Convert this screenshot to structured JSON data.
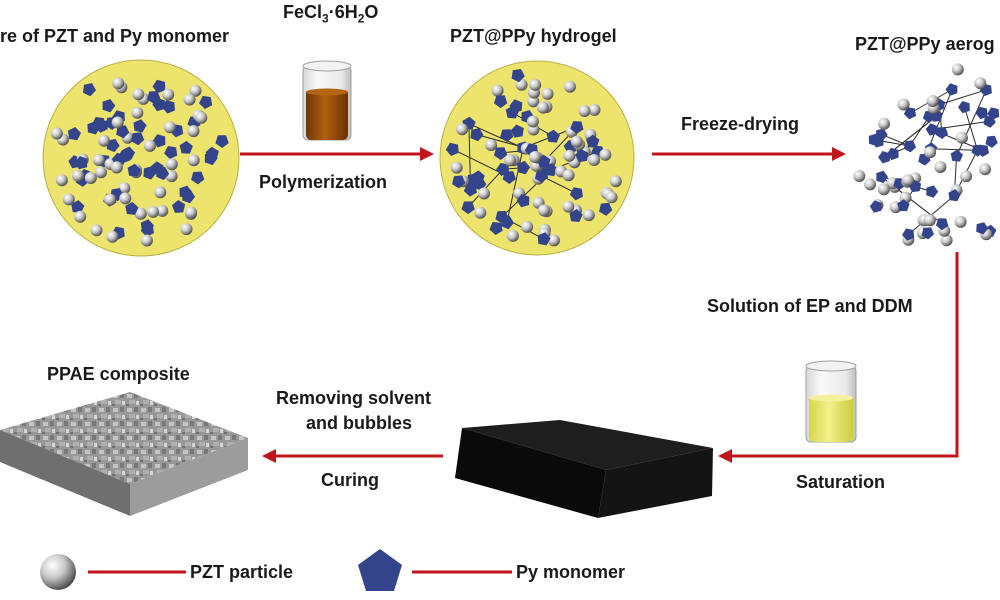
{
  "labels": {
    "mixture": "re of PZT and Py monomer",
    "reagent_prefix": "FeCl",
    "reagent_sub1": "3",
    "reagent_mid": "·6H",
    "reagent_sub2": "2",
    "reagent_suffix": "O",
    "hydrogel": "PZT@PPy hydrogel",
    "aerogel": "PZT@PPy aerog",
    "polymerization": "Polymerization",
    "freeze_drying": "Freeze-drying",
    "solution": "Solution of EP and DDM",
    "saturation": "Saturation",
    "removing_line1": "Removing solvent",
    "removing_line2": "and bubbles",
    "curing": "Curing",
    "composite": "PPAE composite"
  },
  "legend": {
    "particle": "PZT particle",
    "monomer": "Py monomer"
  },
  "colors": {
    "disc_fill": "#ECE46C",
    "pentagon": "#34448A",
    "arrow": "#C0161B",
    "beaker_liquid_dark": "#8E4A0C",
    "beaker_liquid_light": "#E4E262",
    "block": "#0C0C0C",
    "composite": "#8E8E8E"
  },
  "icons": {
    "particle": "grey-sphere-icon",
    "monomer": "blue-pentagon-icon",
    "beaker": "beaker-icon"
  }
}
